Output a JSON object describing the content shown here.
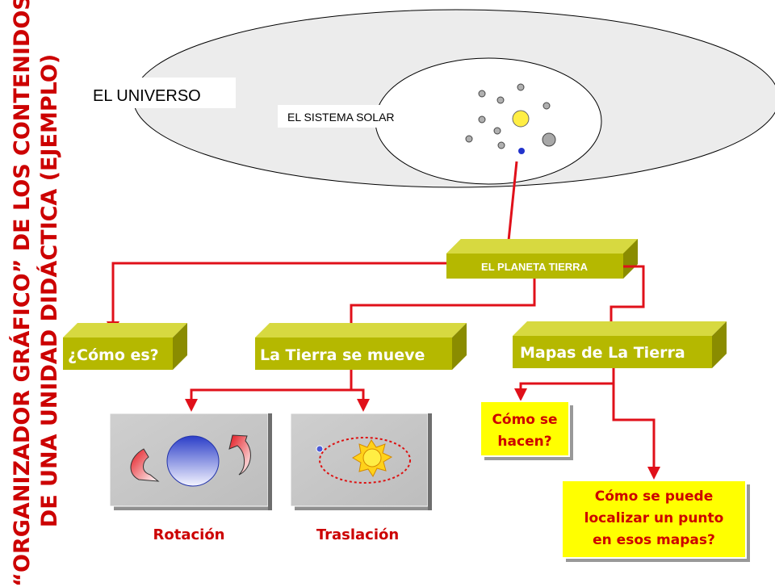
{
  "side_title": {
    "line1": "“ORGANIZADOR GRÁFICO” DE LOS CONTENIDOS",
    "line2": "DE UNA UNIDAD DIDÁCTICA (EJEMPLO)"
  },
  "universe": {
    "label": "EL UNIVERSO"
  },
  "solar_system": {
    "label": "EL SISTEMA SOLAR"
  },
  "planet": {
    "label": "EL PLANETA TIERRA"
  },
  "branches": {
    "como_es": "¿Cómo es?",
    "se_mueve": "La Tierra se mueve",
    "mapas": "Mapas de La Tierra"
  },
  "movements": {
    "rotacion": "Rotación",
    "traslacion": "Traslación"
  },
  "map_questions": {
    "como_se_hacen_line1": "Cómo se",
    "como_se_hacen_line2": "hacen?",
    "localizar_line1": "Cómo se puede",
    "localizar_line2": "localizar un punto",
    "localizar_line3": "en esos mapas?"
  },
  "colors": {
    "title": "#cc0000",
    "arrow": "#e0101a",
    "box_face": "#b5b800",
    "box_top": "#d7d940",
    "box_side": "#8a8c00",
    "box_text": "#ffffff",
    "question_bg": "#ffff00",
    "question_text": "#cc0000",
    "universe_fill": "#ececec",
    "sun": "#ffee44"
  }
}
